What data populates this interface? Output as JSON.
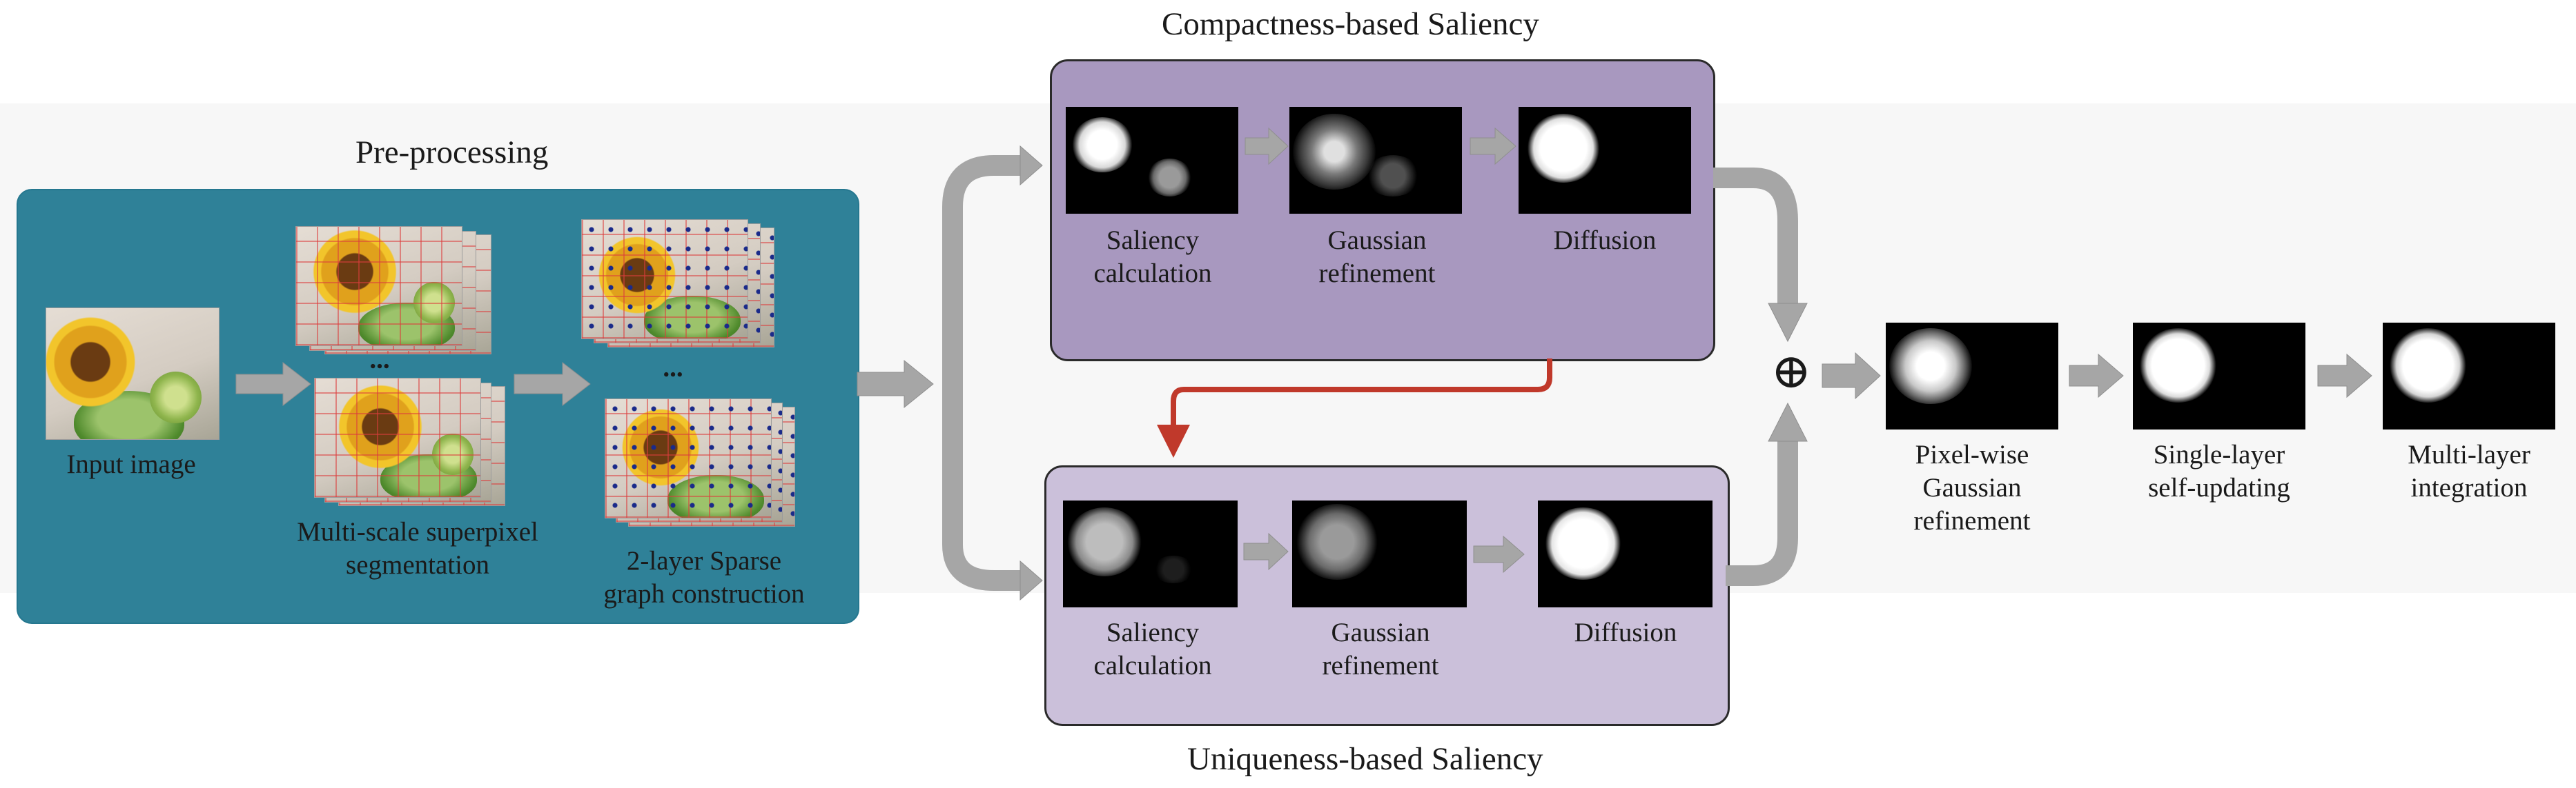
{
  "titles": {
    "preprocessing": "Pre-processing",
    "compactness": "Compactness-based Saliency",
    "uniqueness": "Uniqueness-based Saliency"
  },
  "preprocessing": {
    "input_label": "Input image",
    "superpixel_label": "Multi-scale superpixel\nsegmentation",
    "sparse_label": "2-layer Sparse\ngraph construction",
    "ellipsis": "..."
  },
  "compactness": {
    "steps": [
      "Saliency\ncalculation",
      "Gaussian\nrefinement",
      "Diffusion"
    ]
  },
  "uniqueness": {
    "steps": [
      "Saliency\ncalculation",
      "Gaussian\nrefinement",
      "Diffusion"
    ]
  },
  "fusion": {
    "symbol": "⊕",
    "steps": [
      "Pixel-wise\nGaussian\nrefinement",
      "Single-layer\nself-updating",
      "Multi-layer\nintegration"
    ]
  },
  "colors": {
    "preprocessing_box": "#2f8198",
    "compactness_box": "#a898bf",
    "uniqueness_box": "#cbc0da",
    "flow_arrow": "#a6a6a6",
    "cross_arrow": "#c0392b"
  }
}
